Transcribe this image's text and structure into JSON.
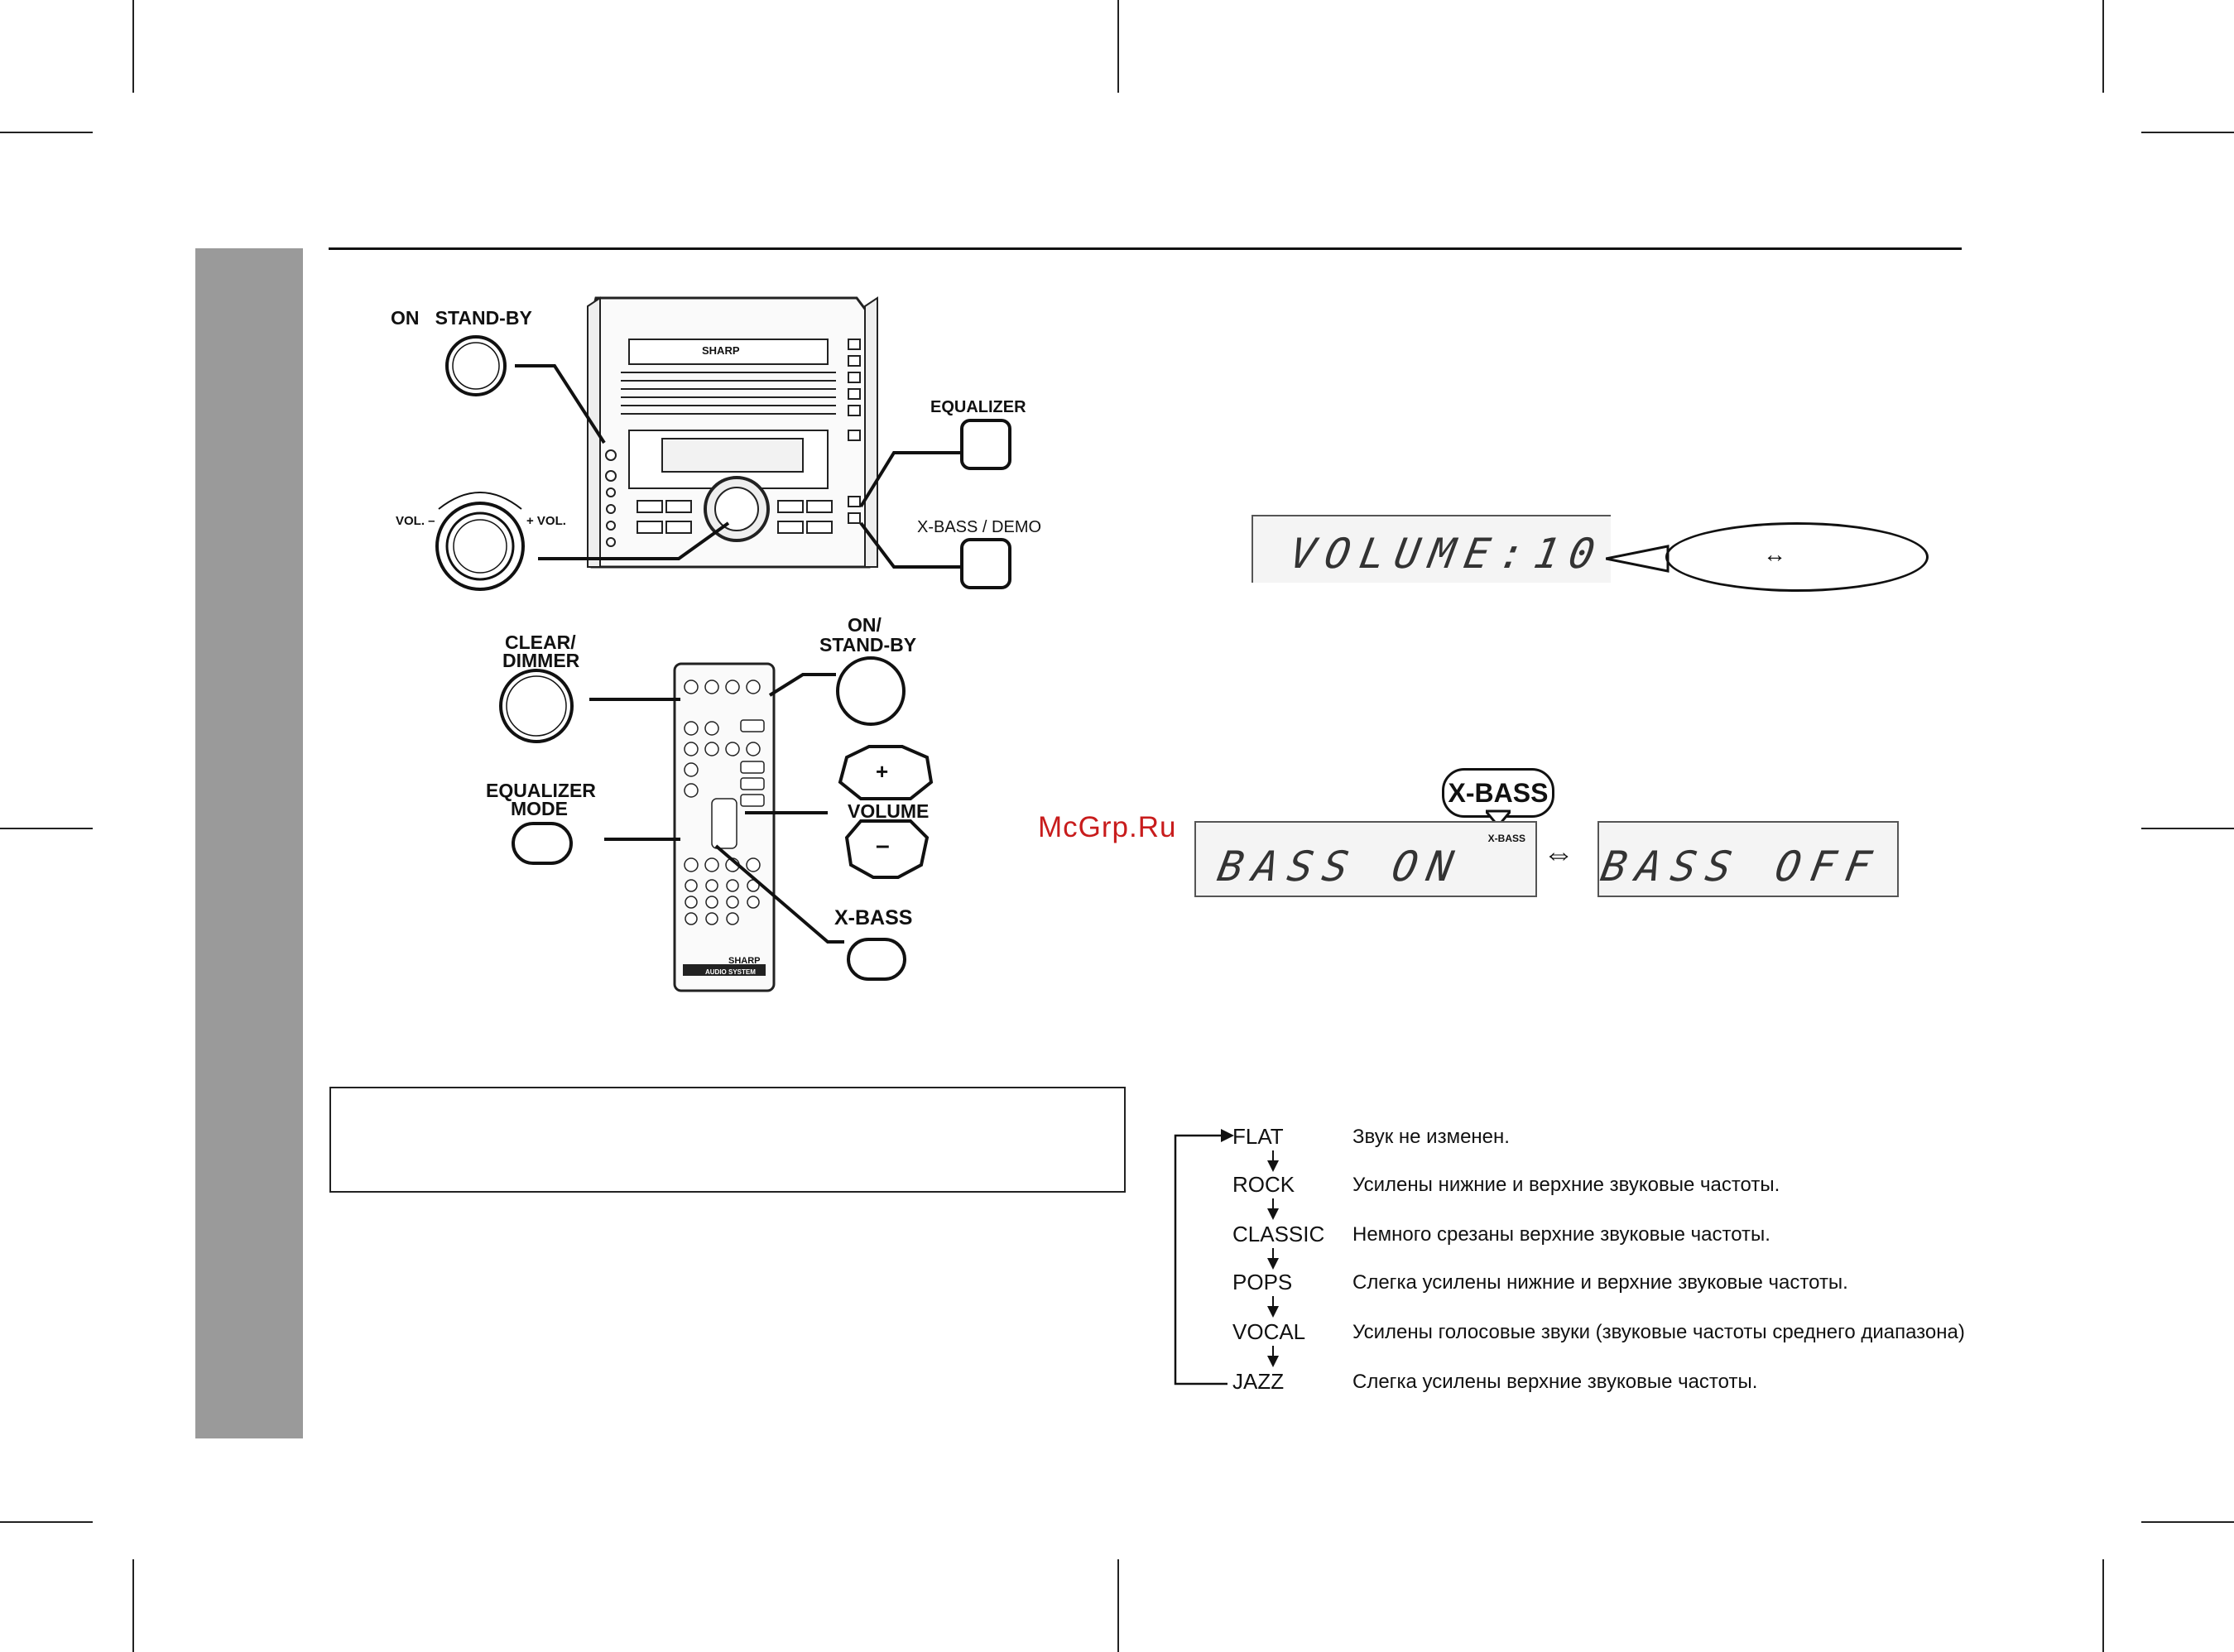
{
  "labels": {
    "main_on_standby": "ON   STAND-BY",
    "vol_minus": "VOL. –",
    "vol_plus": "+ VOL.",
    "equalizer": "EQUALIZER",
    "xbass_demo": "X-BASS / DEMO",
    "clear_dimmer_line1": "CLEAR/",
    "clear_dimmer_line2": "DIMMER",
    "remote_on": "ON/",
    "remote_standby": "STAND-BY",
    "volume_plus": "+",
    "volume": "VOLUME",
    "volume_minus": "–",
    "eq_mode_line1": "EQUALIZER",
    "eq_mode_line2": "MODE",
    "xbass": "X-BASS",
    "brand_unit": "SHARP",
    "brand_remote": "SHARP",
    "remote_sub": "AUDIO SYSTEM"
  },
  "displays": {
    "volume_readout": "VOLUME:10",
    "volume_bubble_symbol": "↔",
    "xbass_badge": "X-BASS",
    "xbass_indicator": "X-BASS",
    "bass_on": "BASS ON",
    "bass_off": "BASS OFF",
    "toggle_symbol": "⇔"
  },
  "watermark": "McGrp.Ru",
  "equalizer_modes": [
    {
      "mode": "FLAT",
      "desc": "Звук не изменен."
    },
    {
      "mode": "ROCK",
      "desc": "Усилены нижние и верхние звуковые частоты."
    },
    {
      "mode": "CLASSIC",
      "desc": "Немного срезаны верхние звуковые частоты."
    },
    {
      "mode": "POPS",
      "desc": "Слегка усилены нижние и верхние звуковые частоты."
    },
    {
      "mode": "VOCAL",
      "desc": "Усилены голосовые звуки (звуковые частоты среднего диапазона)"
    },
    {
      "mode": "JAZZ",
      "desc": "Слегка усилены верхние звуковые частоты."
    }
  ]
}
